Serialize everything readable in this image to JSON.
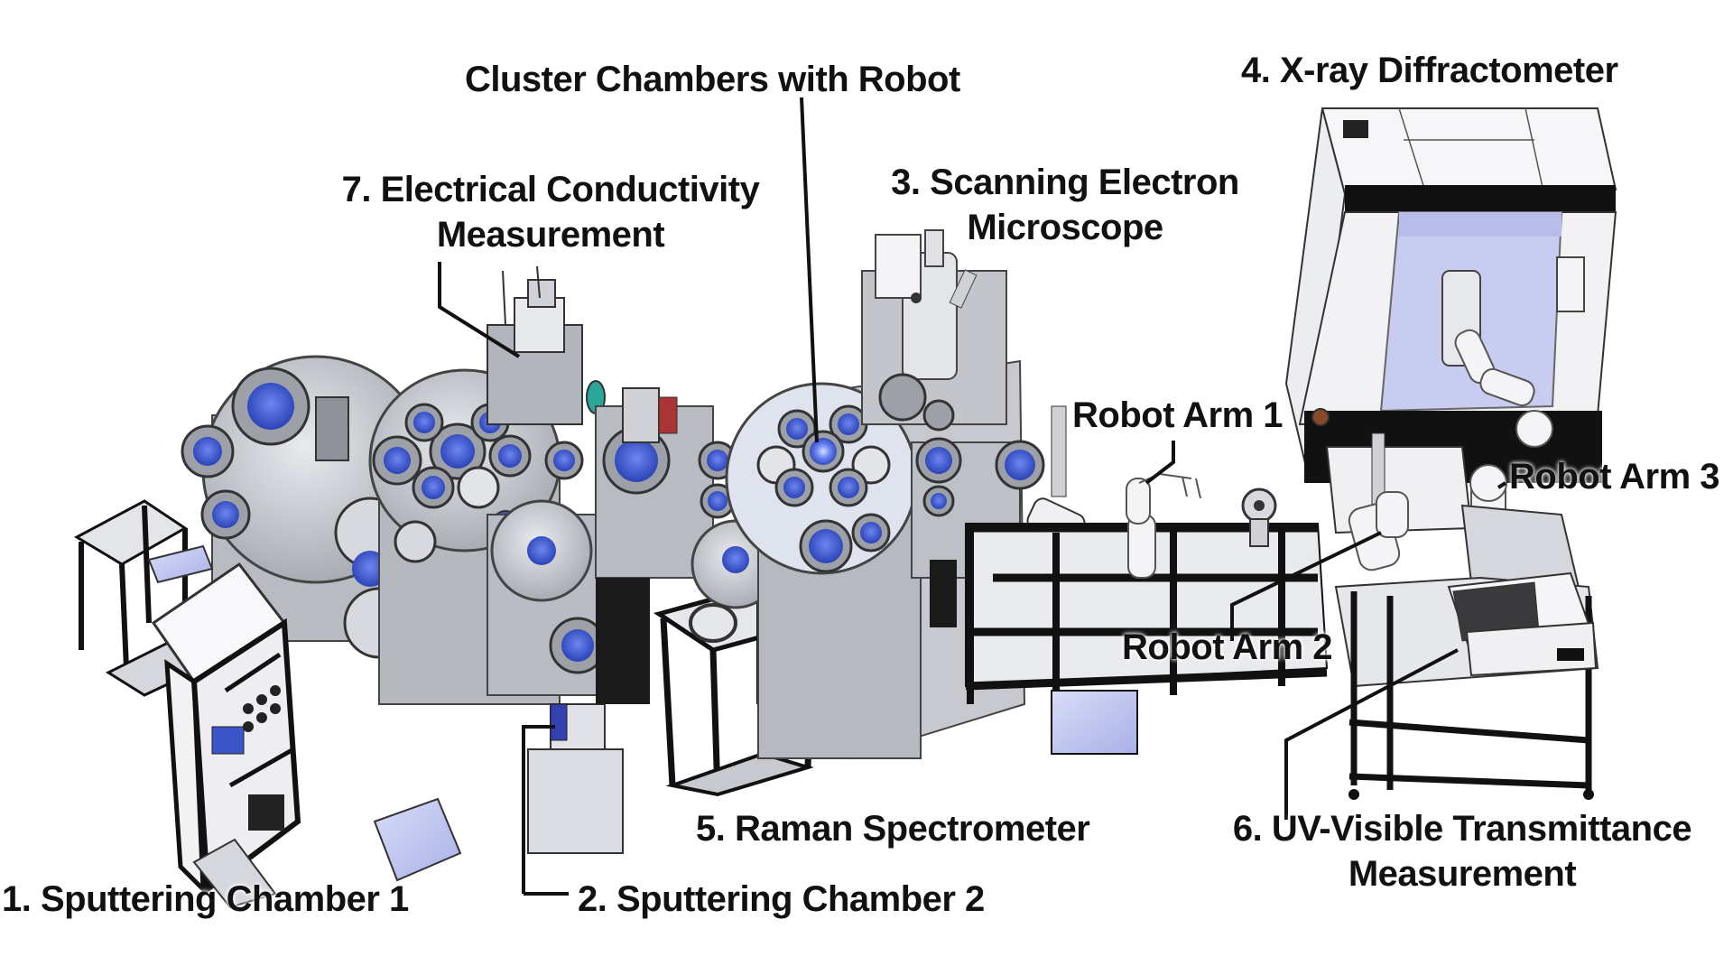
{
  "figure": {
    "subject": "Autonomous thin-film materials lab: cluster vacuum chambers, characterization instruments and robot arms",
    "colors": {
      "background": "#ffffff",
      "label_text": "#111111",
      "leader_line": "#111111",
      "metal": "#c9cbd0",
      "metal_dark": "#8e9198",
      "frame": "#1a1a1a",
      "viewport_blue": "#3a57c8",
      "panel_lavender": "#c8ccf0",
      "xrd_body": "#f2f2f4"
    }
  },
  "labels": {
    "cluster": "Cluster Chambers with Robot",
    "xrd": "4. X-ray Diffractometer",
    "conductivity_l1": "7. Electrical Conductivity",
    "conductivity_l2": "Measurement",
    "sem_l1": "3. Scanning Electron",
    "sem_l2": "Microscope",
    "robot1": "Robot Arm 1",
    "robot2": "Robot Arm 2",
    "robot3": "Robot Arm 3",
    "raman": "5. Raman Spectrometer",
    "uvvis_l1": "6. UV-Visible Transmittance",
    "uvvis_l2": "Measurement",
    "sputter1": "1. Sputtering Chamber 1",
    "sputter2": "2. Sputtering Chamber 2"
  }
}
